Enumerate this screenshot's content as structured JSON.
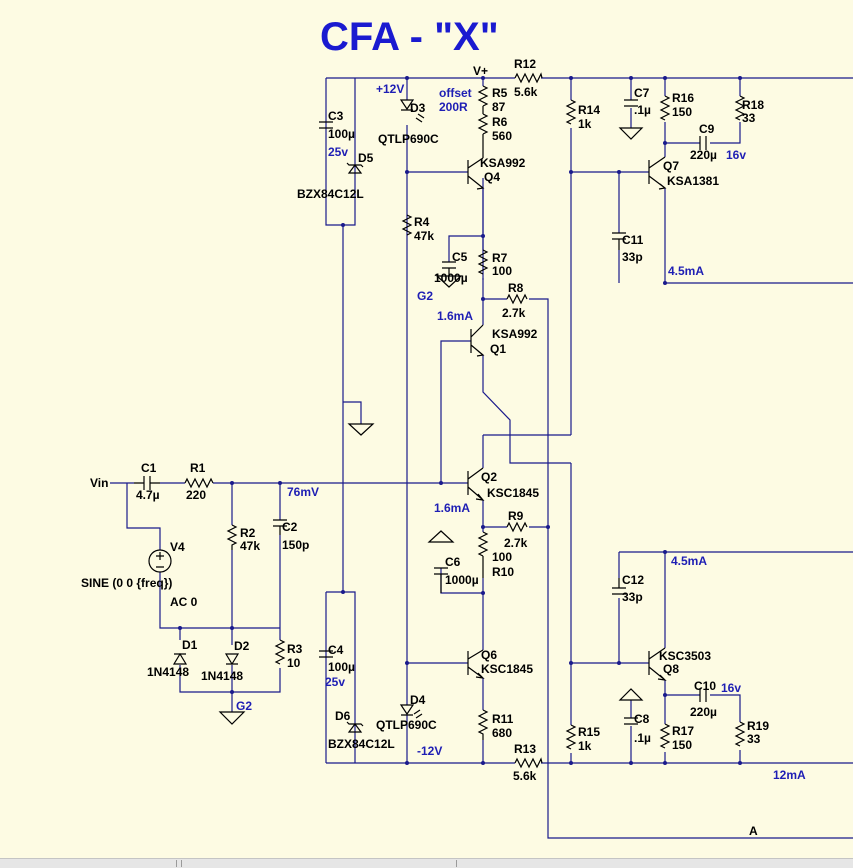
{
  "title": "CFA - \"X\"",
  "labels": {
    "vplus": "V+",
    "p12": "+12V",
    "m12": "-12V",
    "offset": "offset",
    "offset_val": "200R",
    "vin": "Vin",
    "g2a": "G2",
    "g2b": "G2",
    "mv76": "76mV",
    "i16a": "1.6mA",
    "i16b": "1.6mA",
    "i45a": "4.5mA",
    "i45b": "4.5mA",
    "i12": "12mA",
    "v16a": "16v",
    "v16b": "16v",
    "v25a": "25v",
    "v25b": "25v",
    "a": "A"
  },
  "parts": {
    "c1": "C1",
    "c1v": "4.7µ",
    "r1": "R1",
    "r1v": "220",
    "v4": "V4",
    "v4v": "SINE (0 0 {freq})",
    "v4ac": "AC 0",
    "r2": "R2",
    "r2v": "47k",
    "c2": "C2",
    "c2v": "150p",
    "r3": "R3",
    "r3v": "10",
    "d1": "D1",
    "d1v": "1N4148",
    "d2": "D2",
    "d2v": "1N4148",
    "c3": "C3",
    "c3v": "100µ",
    "d5": "D5",
    "d5v": "BZX84C12L",
    "c4": "C4",
    "c4v": "100µ",
    "d6": "D6",
    "d6v": "BZX84C12L",
    "d3": "D3",
    "d3v": "QTLP690C",
    "d4": "D4",
    "d4v": "QTLP690C",
    "r4": "R4",
    "r4v": "47k",
    "c5": "C5",
    "c5v": "1000µ",
    "c6": "C6",
    "c6v": "1000µ",
    "r5": "R5",
    "r5v": "87",
    "r6": "R6",
    "r6v": "560",
    "q4": "Q4",
    "q4v": "KSA992",
    "r7": "R7",
    "r7v": "100",
    "r8": "R8",
    "r8v": "2.7k",
    "q1": "Q1",
    "q1v": "KSA992",
    "q2": "Q2",
    "q2v": "KSC1845",
    "r9": "R9",
    "r9v": "2.7k",
    "r10": "R10",
    "r10v": "100",
    "q6": "Q6",
    "q6v": "KSC1845",
    "r11": "R11",
    "r11v": "680",
    "r12": "R12",
    "r12v": "5.6k",
    "r13": "R13",
    "r13v": "5.6k",
    "r14": "R14",
    "r14v": "1k",
    "r15": "R15",
    "r15v": "1k",
    "c7": "C7",
    "c7v": ".1µ",
    "c8": "C8",
    "c8v": ".1µ",
    "r16": "R16",
    "r16v": "150",
    "r17": "R17",
    "r17v": "150",
    "r18": "R18",
    "r18v": "33",
    "r19": "R19",
    "r19v": "33",
    "c9": "C9",
    "c9v": "220µ",
    "c10": "C10",
    "c10v": "220µ",
    "q7": "Q7",
    "q7v": "KSA1381",
    "q8": "Q8",
    "q8v": "KSC3503",
    "c11": "C11",
    "c11v": "33p",
    "c12": "C12",
    "c12v": "33p"
  },
  "colors": {
    "background": "#fdfbe3",
    "wire": "#1a1a8c",
    "net_label": "#1e1eb4",
    "title": "#1a1ad0"
  }
}
